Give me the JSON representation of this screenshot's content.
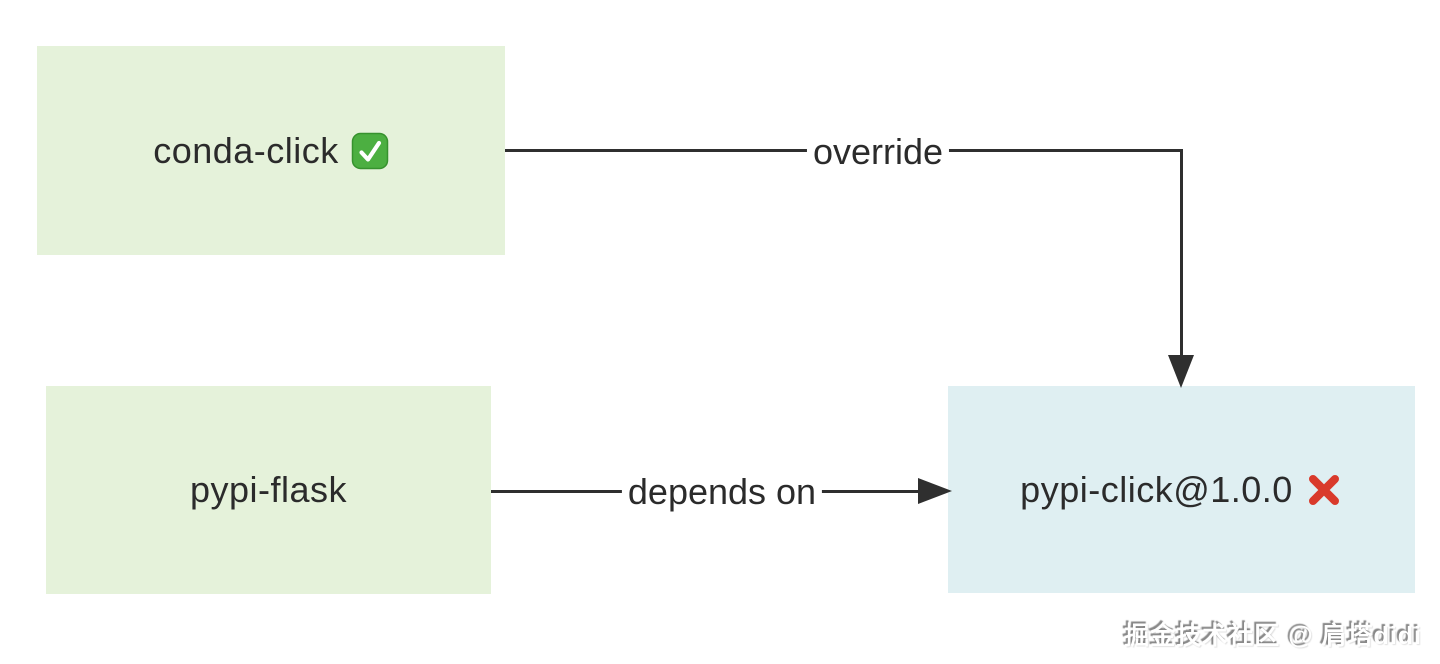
{
  "diagram": {
    "nodes": [
      {
        "id": "conda-click",
        "label": "conda-click",
        "status_icon": "check-emoji",
        "fill": "#e5f2da"
      },
      {
        "id": "pypi-flask",
        "label": "pypi-flask",
        "status_icon": "none",
        "fill": "#e5f2da"
      },
      {
        "id": "pypi-click",
        "label": "pypi-click@1.0.0",
        "status_icon": "cross-emoji",
        "fill": "#dfeff2"
      }
    ],
    "edges": [
      {
        "from": "conda-click",
        "to": "pypi-click",
        "label": "override",
        "style": "elbow-right-down-arrow"
      },
      {
        "from": "pypi-flask",
        "to": "pypi-click",
        "label": "depends on",
        "style": "straight-right-arrow"
      }
    ]
  },
  "watermark": {
    "text": "掘金技术社区 @ 肩塔didi"
  },
  "colors": {
    "background": "#ffffff",
    "node_green": "#e5f2da",
    "node_blue": "#dfeff2",
    "edge_line": "#2f2f2f",
    "text": "#2b2b2b",
    "check_green": "#4caf41",
    "cross_red": "#d93a2b"
  }
}
